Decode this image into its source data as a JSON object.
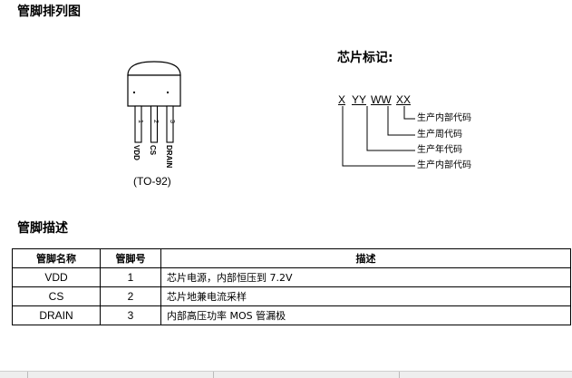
{
  "section_pinout": {
    "title": "管脚排列图"
  },
  "package": {
    "pins": [
      {
        "label": "VDD",
        "number": "1"
      },
      {
        "label": "CS",
        "number": "2"
      },
      {
        "label": "DRAIN",
        "number": "3"
      }
    ],
    "name": "(TO-92)"
  },
  "marking": {
    "title": "芯片标记:",
    "codes": [
      "X",
      "YY",
      "WW",
      "XX"
    ],
    "descriptions": [
      "生产内部代码",
      "生产周代码",
      "生产年代码",
      "生产内部代码"
    ]
  },
  "section_desc": {
    "title": "管脚描述"
  },
  "pin_table": {
    "headers": [
      "管脚名称",
      "管脚号",
      "描述"
    ],
    "rows": [
      [
        "VDD",
        "1",
        "芯片电源，内部恒压到 7.2V"
      ],
      [
        "CS",
        "2",
        "芯片地兼电流采样"
      ],
      [
        "DRAIN",
        "3",
        "内部高压功率 MOS 管漏极"
      ]
    ]
  }
}
